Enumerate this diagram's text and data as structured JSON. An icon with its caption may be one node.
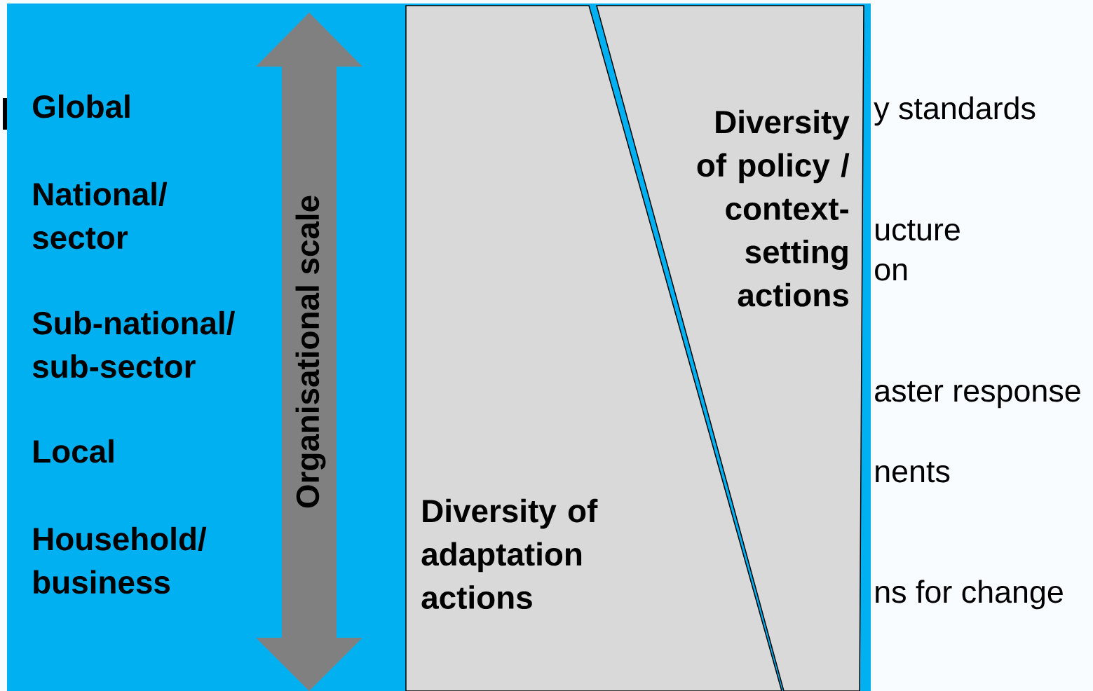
{
  "diagram": {
    "nodes": [
      {
        "text": [
          "Diversity of adaptation actions"
        ]
      },
      {
        "text": [
          "Diversity of policy / context-setting actions"
        ]
      }
    ],
    "labels": [
      "Global",
      "National/ sector",
      "Sub-national/ sub-sector",
      "Local",
      "Household/ business",
      "Organisational scale",
      "y standards",
      "ucture",
      "on",
      "aster response",
      "nents",
      "ns for change"
    ]
  }
}
